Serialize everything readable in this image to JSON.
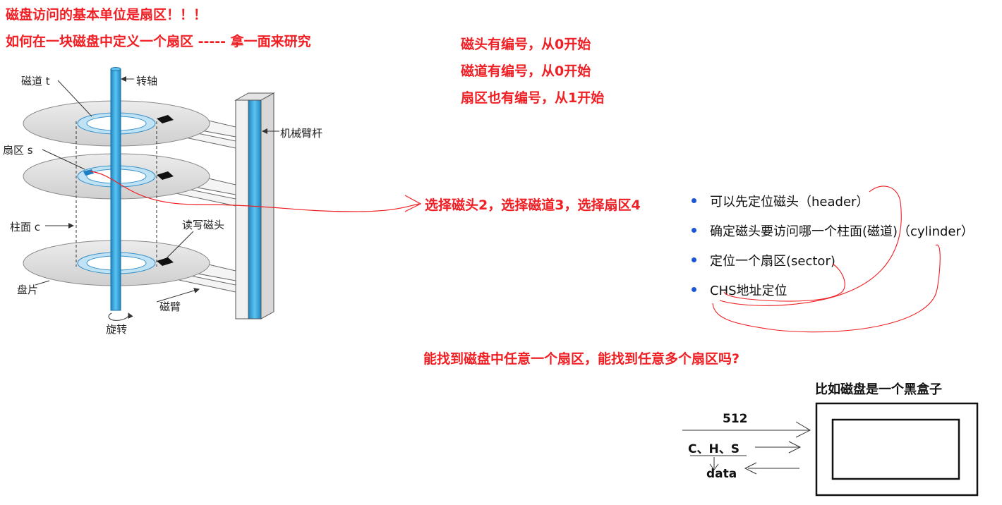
{
  "title_line1": "磁盘访问的基本单位是扇区！！！",
  "title_line2": "如何在一块磁盘中定义一个扇区   -----  拿一面来研究",
  "numbering_notes": [
    "磁头有编号，从0开始",
    "磁道有编号，从0开始",
    "扇区也有编号，从1开始"
  ],
  "select_text": "选择磁头2，选择磁道3，选择扇区4",
  "bullets": [
    "可以先定位磁头（header）",
    "确定磁头要访问哪一个柱面(磁道)（cylinder）",
    "定位一个扇区(sector)",
    "CHS地址定位"
  ],
  "question": "能找到磁盘中任意一个扇区，能找到任意多个扇区吗?",
  "black_box": {
    "title": "比如磁盘是一个黑盒子",
    "input_512": "512",
    "input_chs": "C、H、S",
    "output_data": "data"
  },
  "disk_labels": {
    "track": "磁道 t",
    "spindle": "转轴",
    "arm_assembly": "机械臂杆",
    "sector": "扇区 s",
    "cylinder": "柱面 c",
    "rw_head": "读写磁头",
    "platter": "盘片",
    "arm": "磁臂",
    "rotation": "旋转"
  },
  "colors": {
    "red_text": "#ef1f24",
    "bullet": "#1a56d6",
    "spindle": "#2aa2dc",
    "track_ring": "#bfe3f4",
    "platter": "#dcdcdc"
  }
}
